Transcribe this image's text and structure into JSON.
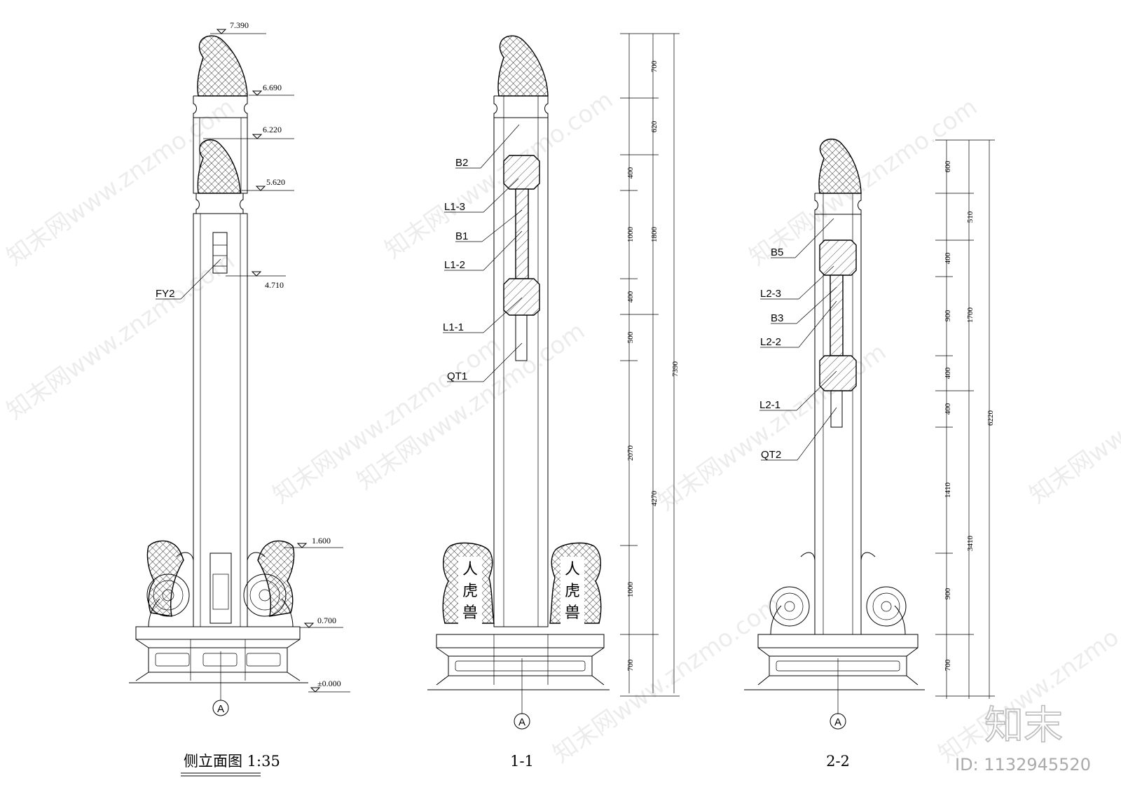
{
  "watermark": {
    "text": "知末网www.znzmo.com",
    "brand": "知末",
    "id": "ID: 1132945520"
  },
  "views": {
    "side": {
      "title": "侧立面图 1:35",
      "axis": "A",
      "elevations": [
        "7.390",
        "6.690",
        "6.220",
        "5.620",
        "4.710",
        "1.600",
        "0.700",
        "±0.000"
      ],
      "labels": [
        "FY2"
      ]
    },
    "s11": {
      "title": "1-1",
      "axis": "A",
      "labels": [
        "B2",
        "L1-3",
        "B1",
        "L1-2",
        "L1-1",
        "QT1"
      ],
      "inscription": [
        "人",
        "虎",
        "兽"
      ],
      "dims_inner": [
        "700",
        "620",
        "400",
        "1000",
        "400",
        "500",
        "2070",
        "1000",
        "700"
      ],
      "dims_mid": [
        "1800",
        "4270"
      ],
      "dims_total": [
        "7390"
      ]
    },
    "s22": {
      "title": "2-2",
      "axis": "A",
      "labels": [
        "B5",
        "L2-3",
        "B3",
        "L2-2",
        "L2-1",
        "QT2"
      ],
      "dims_inner": [
        "600",
        "510",
        "400",
        "900",
        "400",
        "400",
        "1410",
        "900",
        "700"
      ],
      "dims_mid": [
        "1700",
        "3410"
      ],
      "dims_total": [
        "6220"
      ]
    }
  }
}
